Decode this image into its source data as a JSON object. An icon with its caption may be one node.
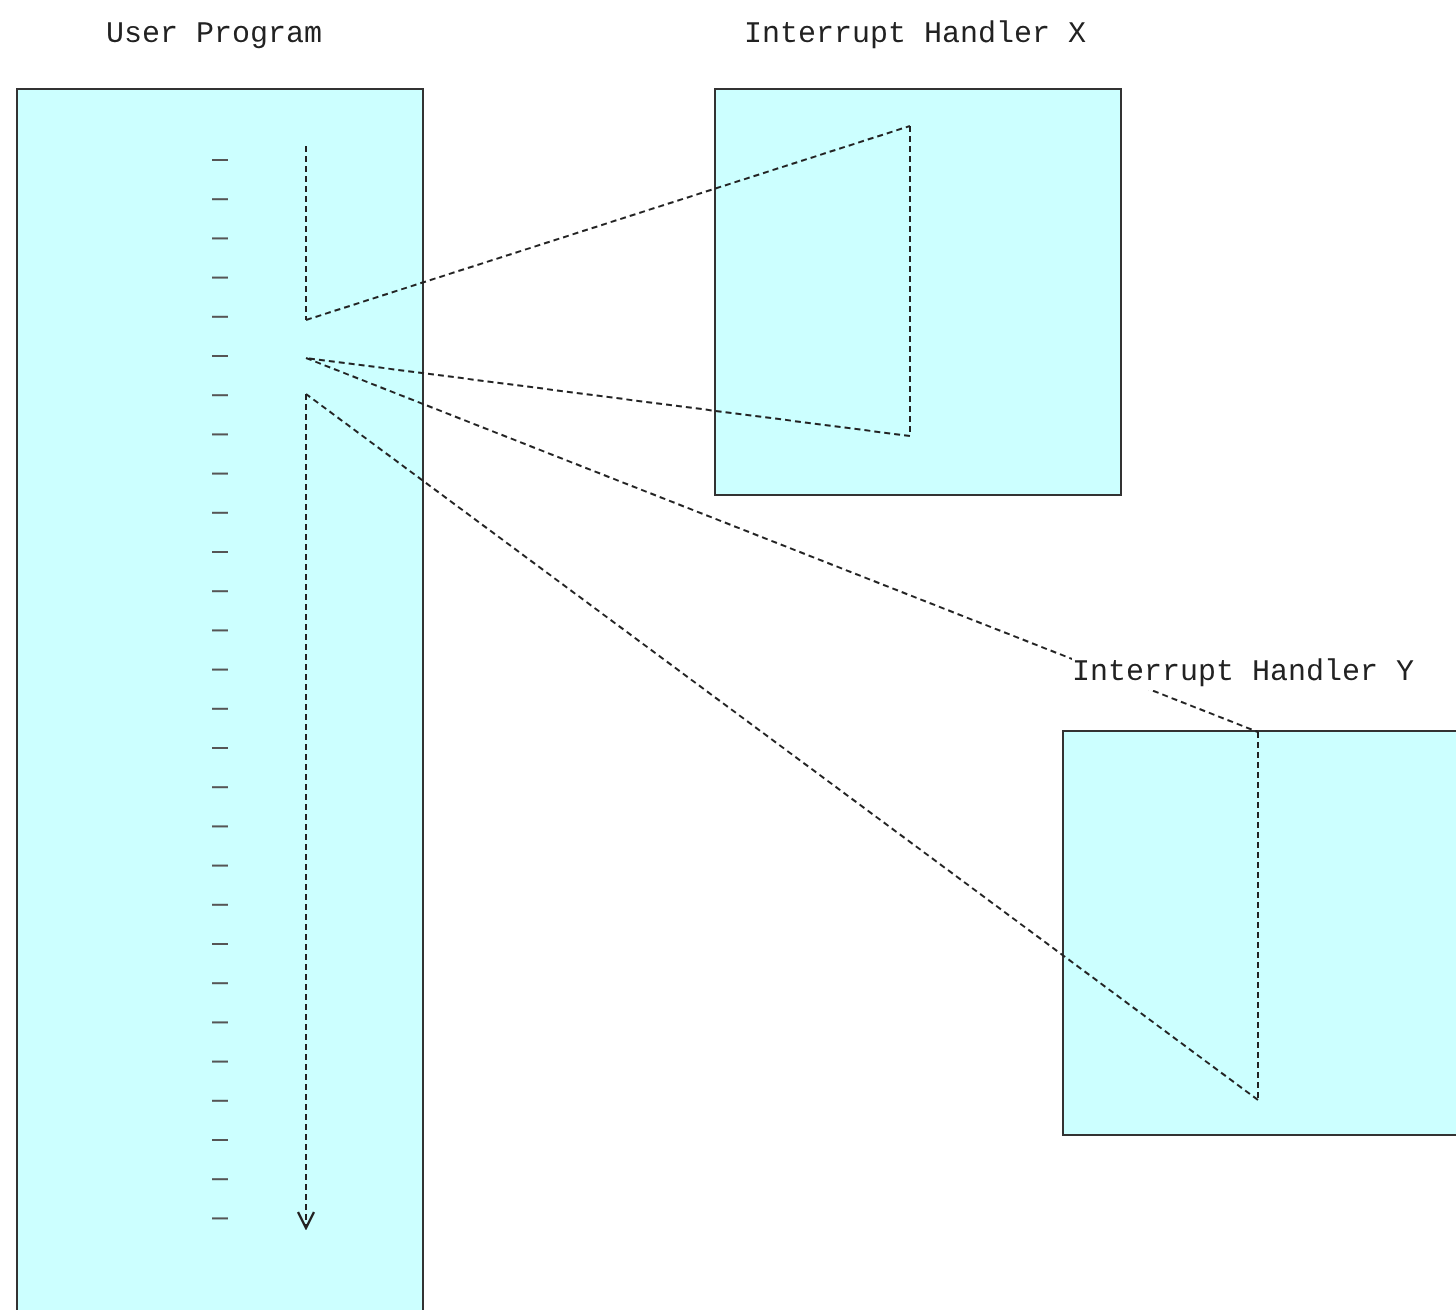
{
  "diagram": {
    "nodes": [
      {
        "text": [
          "User Program"
        ]
      },
      {
        "text": [
          "Interrupt Handler X"
        ]
      },
      {
        "text": [
          "Interrupt Handler Y"
        ]
      }
    ],
    "edges": [
      {
        "from": 0,
        "to": 1,
        "arrow": "none",
        "style": "dashed"
      },
      {
        "from": 1,
        "to": 0,
        "arrow": "none",
        "style": "dashed"
      },
      {
        "from": 0,
        "to": 2,
        "arrow": "none",
        "style": "dashed"
      },
      {
        "from": 2,
        "to": 0,
        "arrow": "none",
        "style": "dashed"
      }
    ]
  }
}
